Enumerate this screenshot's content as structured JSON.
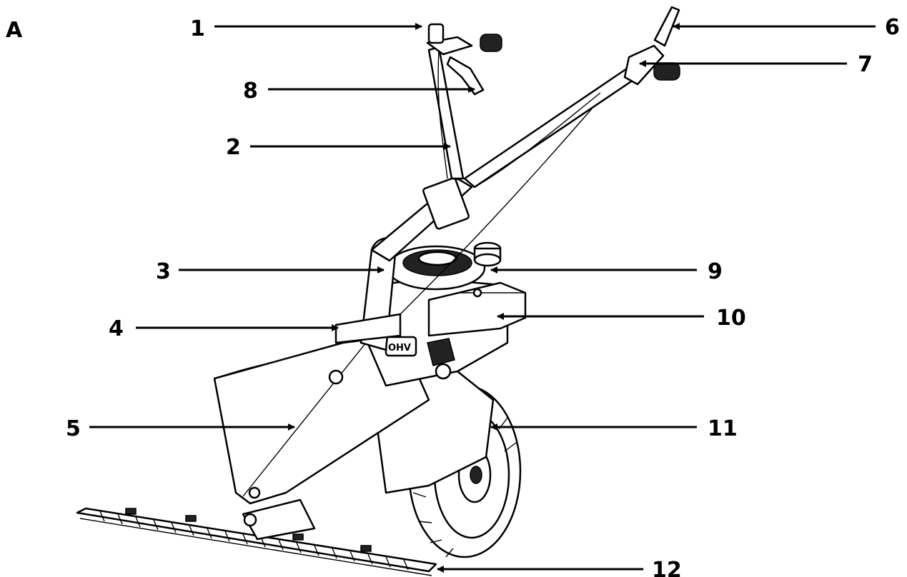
{
  "figure_letter": "A",
  "callouts": [
    {
      "number": "1"
    },
    {
      "number": "2"
    },
    {
      "number": "3"
    },
    {
      "number": "4"
    },
    {
      "number": "5"
    },
    {
      "number": "6"
    },
    {
      "number": "7"
    },
    {
      "number": "8"
    },
    {
      "number": "9"
    },
    {
      "number": "10"
    },
    {
      "number": "11"
    },
    {
      "number": "12"
    }
  ],
  "engine_badge": "OHV",
  "colors": {
    "ink": "#000000",
    "background": "#ffffff"
  }
}
